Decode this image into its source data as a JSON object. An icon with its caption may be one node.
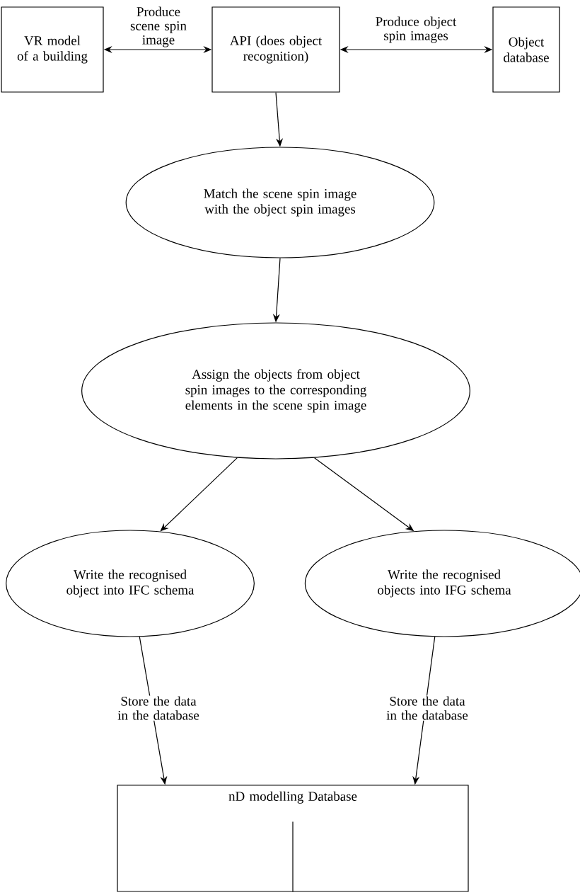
{
  "diagram": {
    "nodes": [
      {
        "text": [
          "VR model of a building"
        ]
      },
      {
        "text": [
          "API (does object recognition)"
        ]
      },
      {
        "text": [
          "Object database"
        ]
      },
      {
        "text": [
          "Match the scene spin image with the object spin images"
        ]
      },
      {
        "text": [
          "Assign the objects from object spin images to the corresponding elements in the scene spin image"
        ]
      },
      {
        "text": [
          "Write the recognised object into IFC schema"
        ]
      },
      {
        "text": [
          "Write the recognised objects into IFG schema"
        ]
      },
      {
        "text": [
          "nD modelling Database"
        ]
      }
    ],
    "edges": [
      {
        "from": 0,
        "to": 1,
        "arrow": "both",
        "label": "Produce scene spin image"
      },
      {
        "from": 1,
        "to": 2,
        "arrow": "both",
        "label": "Produce object spin images"
      },
      {
        "from": 1,
        "to": 3,
        "arrow": "to"
      },
      {
        "from": 3,
        "to": 4,
        "arrow": "to"
      },
      {
        "from": 4,
        "to": 5,
        "arrow": "to"
      },
      {
        "from": 4,
        "to": 6,
        "arrow": "to"
      },
      {
        "from": 5,
        "to": 7,
        "arrow": "to",
        "label": "Store the data in the database"
      },
      {
        "from": 6,
        "to": 7,
        "arrow": "to",
        "label": "Store the data in the database"
      }
    ]
  }
}
